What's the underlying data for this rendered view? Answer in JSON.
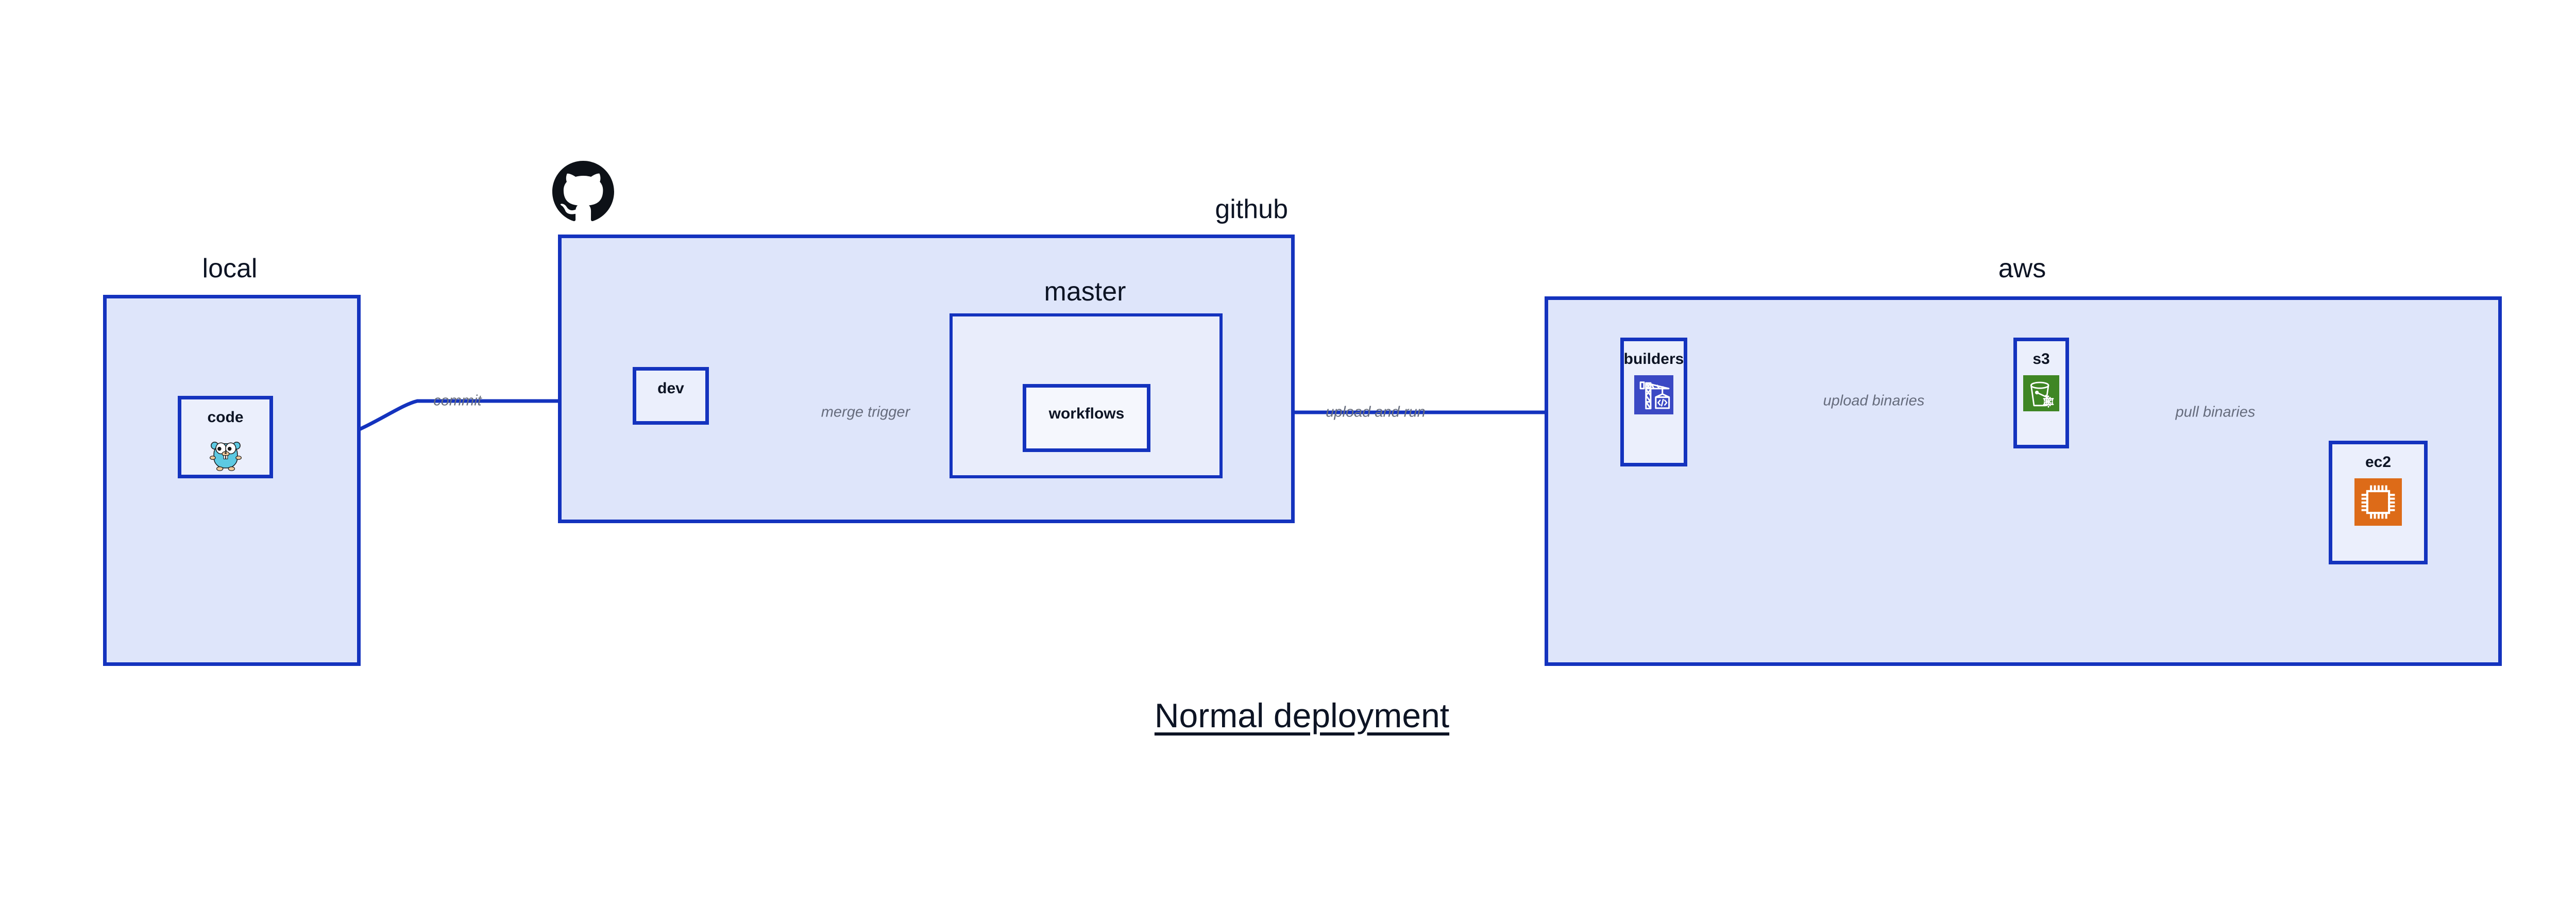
{
  "diagram": {
    "title": "Normal deployment",
    "colors": {
      "border": "#1433be",
      "group_fill": "#dee5fa",
      "nested_fill": "#e9edfb",
      "node_fill": "#ebeffc",
      "node_white_fill": "#f5f7fd",
      "label_text": "#0d1424",
      "edge_label_text": "#666c7d",
      "background": "#ffffff",
      "builders_icon_bg": "#3b49c4",
      "s3_icon_bg": "#3f8624",
      "ec2_icon_bg": "#dd6b18",
      "gopher_body": "#5dc9e2",
      "github_logo": "#0d1117"
    }
  },
  "groups": {
    "local": {
      "label": "local"
    },
    "github": {
      "label": "github"
    },
    "master": {
      "label": "master"
    },
    "aws": {
      "label": "aws"
    }
  },
  "nodes": {
    "code": {
      "label": "code",
      "icon": "go-gopher-icon"
    },
    "dev": {
      "label": "dev",
      "icon": "none"
    },
    "workflows": {
      "label": "workflows",
      "icon": "none"
    },
    "builders": {
      "label": "builders",
      "icon": "aws-builders-crane-icon"
    },
    "s3": {
      "label": "s3",
      "icon": "aws-s3-bucket-icon"
    },
    "ec2": {
      "label": "ec2",
      "icon": "aws-ec2-chip-icon"
    }
  },
  "edges": [
    {
      "id": "commit",
      "label": "commit",
      "from": "code",
      "to": "dev"
    },
    {
      "id": "merge-trigger",
      "label": "merge trigger",
      "from": "dev",
      "to": "workflows"
    },
    {
      "id": "upload-and-run",
      "label": "upload and run",
      "from": "workflows",
      "to": "builders"
    },
    {
      "id": "upload-binaries",
      "label": "upload binaries",
      "from": "builders",
      "to": "s3"
    },
    {
      "id": "pull-binaries",
      "label": "pull binaries",
      "from": "s3",
      "to": "ec2"
    }
  ],
  "logos": {
    "github": {
      "name": "github-octocat-logo"
    }
  }
}
